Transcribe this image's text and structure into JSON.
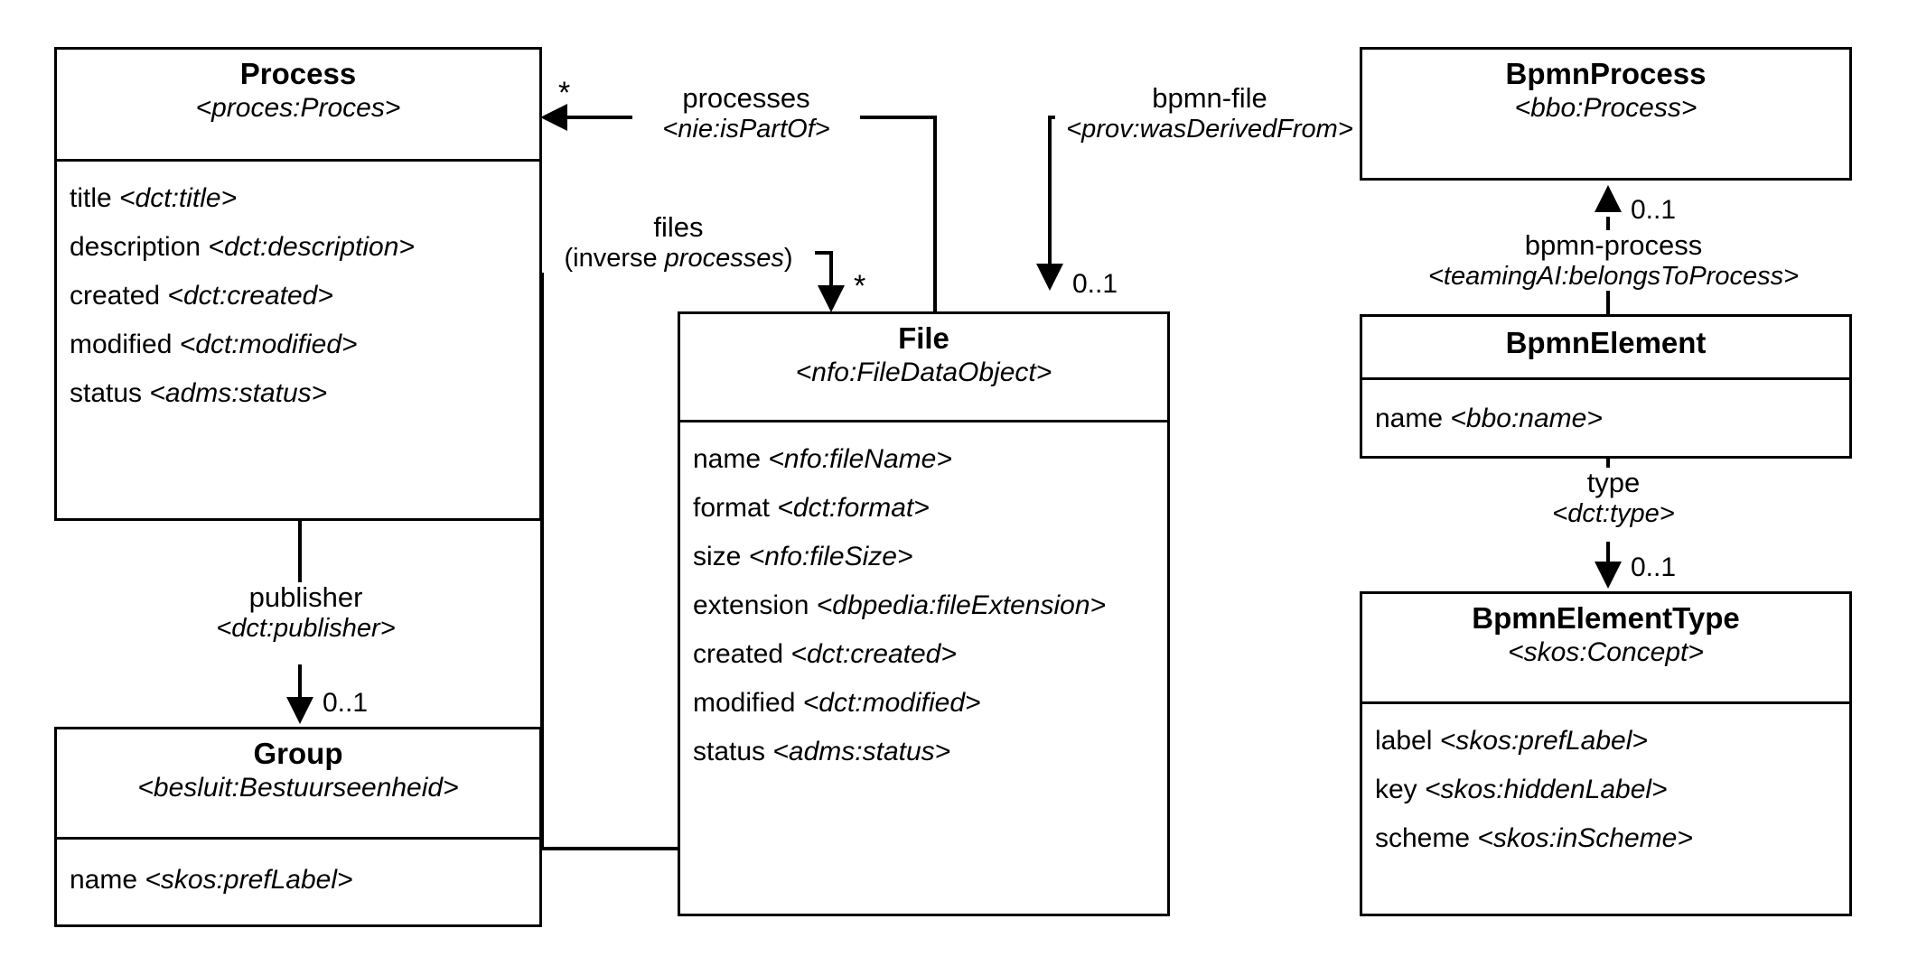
{
  "diagram": {
    "title": "Process / File / BPMN domain model",
    "background": "#ffffff",
    "line_color": "#000000"
  },
  "classes": {
    "process": {
      "name": "Process",
      "uri": "<proces:Proces>",
      "attributes": [
        {
          "name": "title",
          "uri": "<dct:title>"
        },
        {
          "name": "description",
          "uri": "<dct:description>"
        },
        {
          "name": "created",
          "uri": "<dct:created>"
        },
        {
          "name": "modified",
          "uri": "<dct:modified>"
        },
        {
          "name": "status",
          "uri": "<adms:status>"
        }
      ]
    },
    "group": {
      "name": "Group",
      "uri": "<besluit:Bestuurseenheid>",
      "attributes": [
        {
          "name": "name",
          "uri": "<skos:prefLabel>"
        }
      ]
    },
    "file": {
      "name": "File",
      "uri": "<nfo:FileDataObject>",
      "attributes": [
        {
          "name": "name",
          "uri": "<nfo:fileName>"
        },
        {
          "name": "format",
          "uri": "<dct:format>"
        },
        {
          "name": "size",
          "uri": "<nfo:fileSize>"
        },
        {
          "name": "extension",
          "uri": "<dbpedia:fileExtension>"
        },
        {
          "name": "created",
          "uri": "<dct:created>"
        },
        {
          "name": "modified",
          "uri": "<dct:modified>"
        },
        {
          "name": "status",
          "uri": "<adms:status>"
        }
      ]
    },
    "bpmn_process": {
      "name": "BpmnProcess",
      "uri": "<bbo:Process>",
      "attributes": []
    },
    "bpmn_element": {
      "name": "BpmnElement",
      "uri": "",
      "attributes": [
        {
          "name": "name",
          "uri": "<bbo:name>"
        }
      ]
    },
    "bpmn_element_type": {
      "name": "BpmnElementType",
      "uri": "<skos:Concept>",
      "attributes": [
        {
          "name": "label",
          "uri": "<skos:prefLabel>"
        },
        {
          "name": "key",
          "uri": "<skos:hiddenLabel>"
        },
        {
          "name": "scheme",
          "uri": "<skos:inScheme>"
        }
      ]
    }
  },
  "relations": {
    "processes": {
      "name": "processes",
      "uri": "<nie:isPartOf>",
      "multiplicity": "*",
      "from": "File",
      "to": "Process"
    },
    "files": {
      "name": "files",
      "uri": "(inverse processes)",
      "inverse_prefix": "(inverse ",
      "inverse_em": "processes",
      "inverse_suffix": ")",
      "multiplicity": "*",
      "from": "Process",
      "to": "File"
    },
    "publisher": {
      "name": "publisher",
      "uri": "<dct:publisher>",
      "multiplicity": "0..1",
      "from": "Process",
      "to": "Group"
    },
    "bpmn_file": {
      "name": "bpmn-file",
      "uri": "<prov:wasDerivedFrom>",
      "multiplicity": "0..1",
      "from": "BpmnProcess",
      "to": "File"
    },
    "bpmn_process_rel": {
      "name": "bpmn-process",
      "uri": "<teamingAI:belongsToProcess>",
      "multiplicity": "0..1",
      "from": "BpmnElement",
      "to": "BpmnProcess"
    },
    "type": {
      "name": "type",
      "uri": "<dct:type>",
      "multiplicity": "0..1",
      "from": "BpmnElement",
      "to": "BpmnElementType"
    }
  }
}
